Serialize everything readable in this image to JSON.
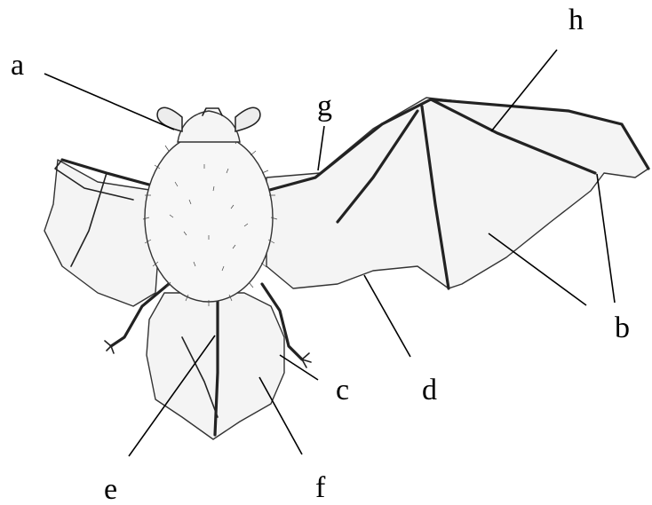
{
  "diagram": {
    "labels": [
      {
        "id": "a",
        "text": "a"
      },
      {
        "id": "b",
        "text": "b"
      },
      {
        "id": "c",
        "text": "c"
      },
      {
        "id": "d",
        "text": "d"
      },
      {
        "id": "e",
        "text": "e"
      },
      {
        "id": "f",
        "text": "f"
      },
      {
        "id": "g",
        "text": "g"
      },
      {
        "id": "h",
        "text": "h"
      }
    ]
  }
}
